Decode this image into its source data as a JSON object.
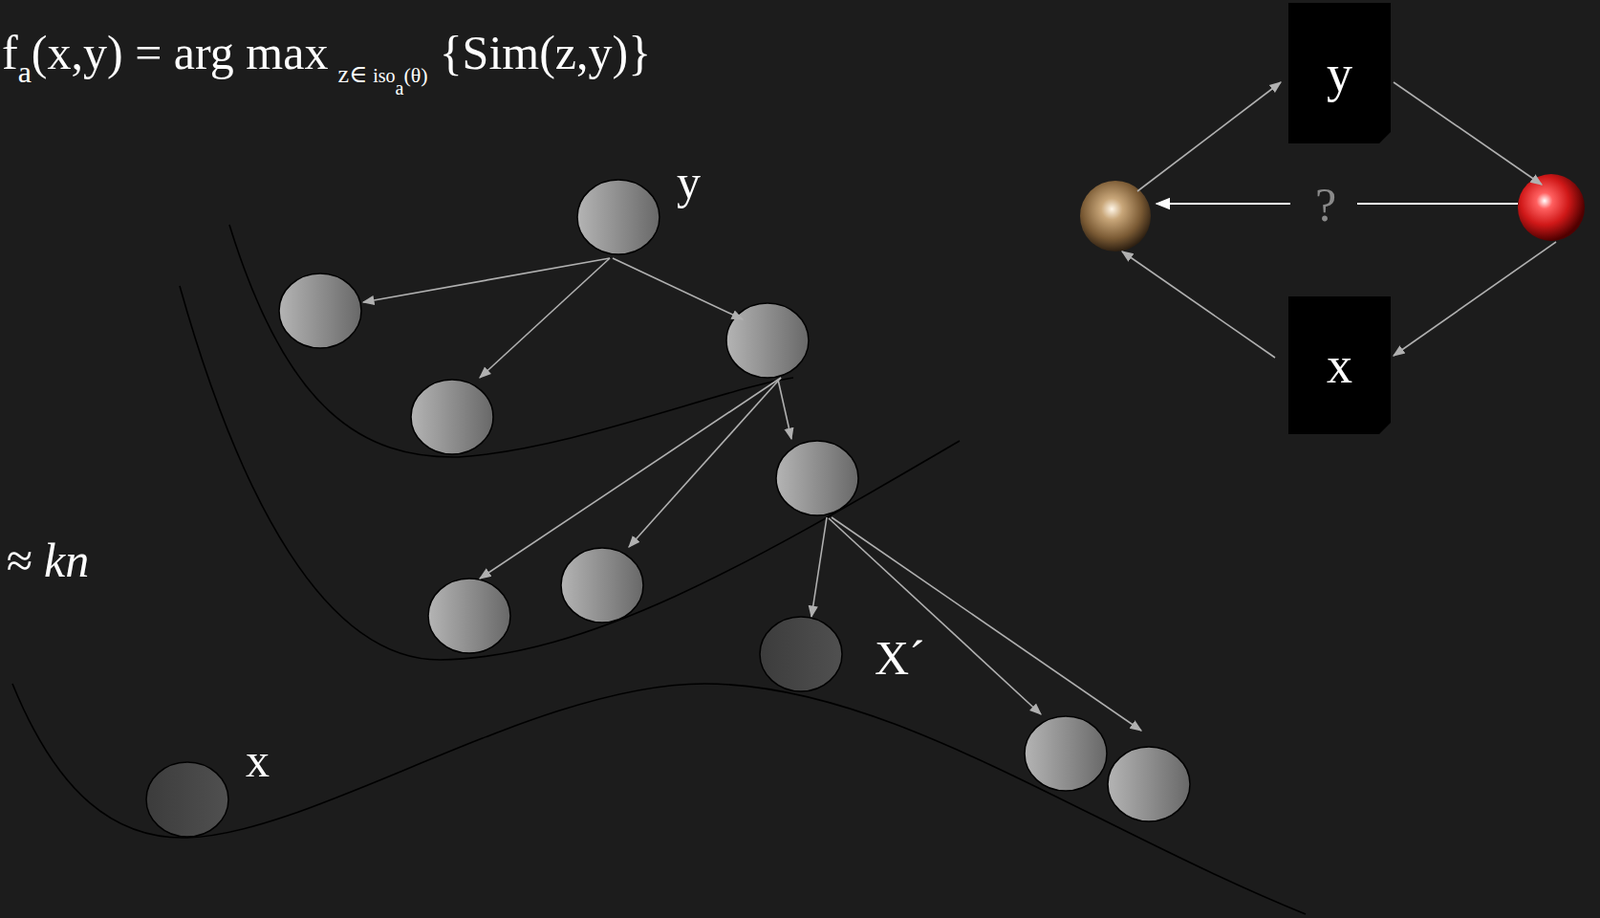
{
  "diagram": {
    "nodes": [
      {
        "text": [
          "y"
        ]
      },
      {
        "text": [
          "y"
        ]
      },
      {
        "text": [
          "x"
        ]
      },
      {
        "text": [
          "X´"
        ]
      },
      {
        "text": [
          "x"
        ]
      }
    ],
    "labels": [
      "f",
      "a",
      "(x,y) = arg max",
      "z∈",
      "iso",
      "a",
      "(θ)",
      "{Sim(z,y)}",
      "≈ kn",
      "?"
    ]
  }
}
